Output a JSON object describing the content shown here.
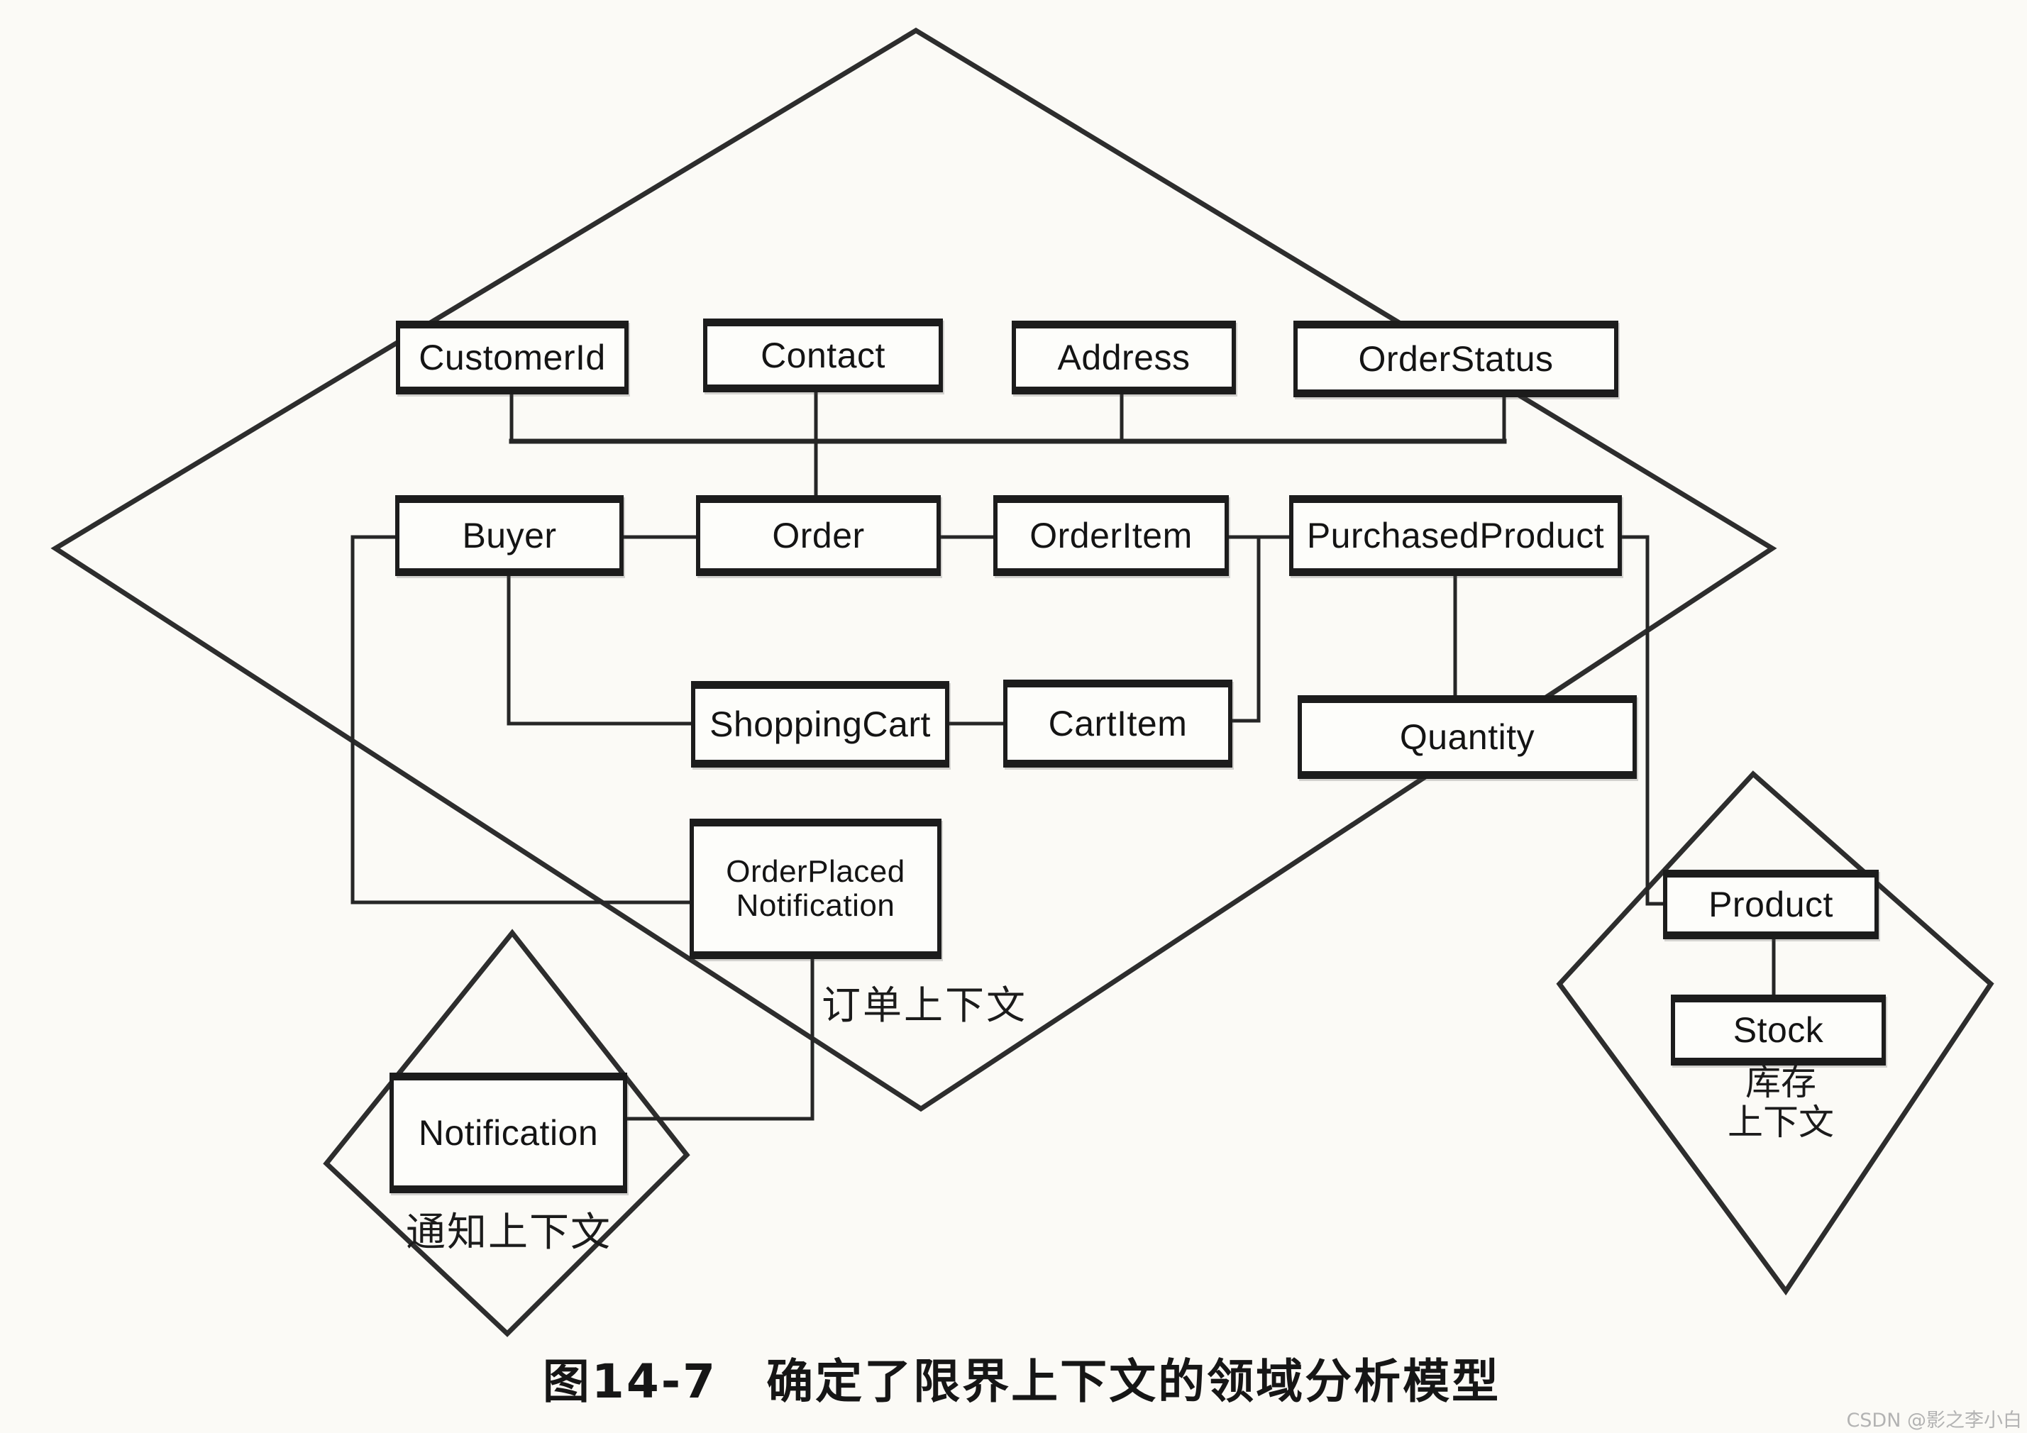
{
  "figure": {
    "caption": "图14-7　确定了限界上下文的领域分析模型",
    "watermark": "CSDN @影之李小白"
  },
  "contexts": {
    "order": "订单上下文",
    "notification": "通知上下文",
    "inventory_line1": "库存",
    "inventory_line2": "上下文"
  },
  "entities": {
    "customer_id": "CustomerId",
    "contact": "Contact",
    "address": "Address",
    "order_status": "OrderStatus",
    "buyer": "Buyer",
    "order": "Order",
    "order_item": "OrderItem",
    "purchased_product": "PurchasedProduct",
    "shopping_cart": "ShoppingCart",
    "cart_item": "CartItem",
    "quantity": "Quantity",
    "order_placed_notification_line1": "OrderPlaced",
    "order_placed_notification_line2": "Notification",
    "notification": "Notification",
    "product": "Product",
    "stock": "Stock"
  },
  "colors": {
    "ink": "#141414",
    "line": "#2d2d2d",
    "background": "#fbfaf6",
    "watermark": "#b3b3b3"
  }
}
